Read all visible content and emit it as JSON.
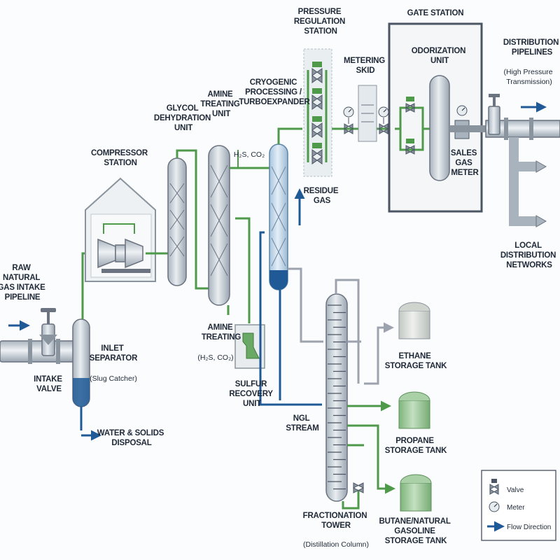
{
  "labels": {
    "raw": [
      "RAW",
      "NATURAL",
      "GAS INTAKE",
      "PIPELINE"
    ],
    "intake_valve": [
      "INTAKE",
      "VALVE"
    ],
    "inlet_sep": [
      "INLET",
      "SEPARATOR"
    ],
    "inlet_sep_sub": "(Slug Catcher)",
    "water": [
      "WATER & SOLIDS",
      "DISPOSAL"
    ],
    "compressor": [
      "COMPRESSOR",
      "STATION"
    ],
    "glycol": [
      "GLYCOL",
      "DEHYDRATION",
      "UNIT"
    ],
    "amine_unit": [
      "AMINE",
      "TREATING",
      "UNIT"
    ],
    "h2s_co2": "H₂S, CO₂",
    "amine_treating": [
      "AMINE",
      "TREATING"
    ],
    "amine_treating_sub": "(H₂S, CO₂)",
    "sulfur": [
      "SULFUR",
      "RECOVERY",
      "UNIT"
    ],
    "cryo": [
      "CRYOGENIC",
      "PROCESSING /",
      "TURBOEXPANDER"
    ],
    "residue": [
      "RESIDUE",
      "GAS"
    ],
    "prs": [
      "PRESSURE",
      "REGULATION",
      "STATION"
    ],
    "metering": [
      "METERING",
      "SKID"
    ],
    "gate": "GATE STATION",
    "odorization": [
      "ODORIZATION",
      "UNIT"
    ],
    "sales_meter": [
      "SALES",
      "GAS",
      "METER"
    ],
    "dist": [
      "DISTRIBUTION",
      "PIPELINES"
    ],
    "dist_sub": [
      "(High Pressure",
      "Transmission)"
    ],
    "local": [
      "LOCAL",
      "DISTRIBUTION",
      "NETWORKS"
    ],
    "ngl": [
      "NGL",
      "STREAM"
    ],
    "ethane": [
      "ETHANE",
      "STORAGE TANK"
    ],
    "propane": [
      "PROPANE",
      "STORAGE TANK"
    ],
    "butane": [
      "BUTANE/NATURAL",
      "GASOLINE",
      "STORAGE TANK"
    ],
    "fractionation": [
      "FRACTIONATION",
      "TOWER"
    ],
    "fractionation_sub": "(Distillation Column)"
  },
  "legend": {
    "valve": "Valve",
    "meter": "Meter",
    "flow": "Flow Direction"
  },
  "colors": {
    "gas_line": "#4f9a4a",
    "liquid_line": "#1f5a96",
    "recycle_line": "#9ca3af",
    "vessel": "#c9d3dc",
    "cryo_vessel": "#cfe0ee",
    "tank_grey": "#d9ddd9",
    "tank_green": "#9cc79a",
    "flow_arrow": "#1f5a96"
  }
}
